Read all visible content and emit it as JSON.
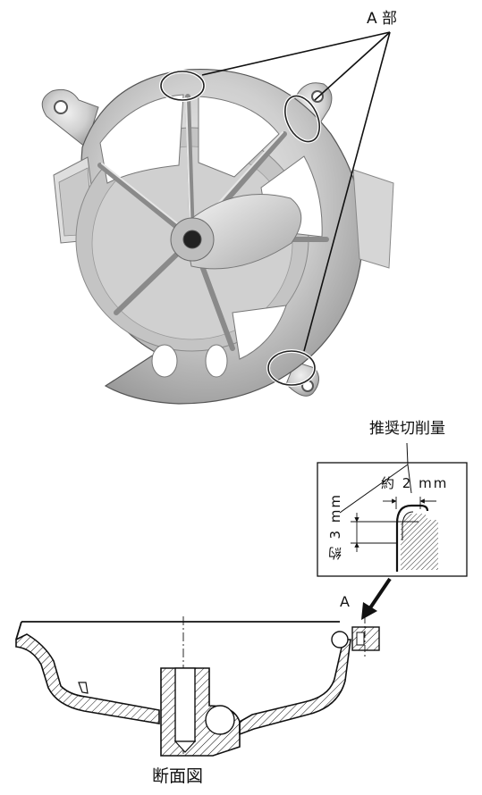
{
  "labels": {
    "part_a_label": "A 部",
    "recommended_cut": "推奨切削量",
    "approx_2mm": "約 2 mm",
    "approx_3mm": "約 3 mm",
    "section_marker": "A",
    "cross_section": "断面図"
  },
  "colors": {
    "metal_light": "#d9d9d9",
    "metal_mid": "#b3b3b3",
    "metal_dark": "#6f6f6f",
    "line": "#111111",
    "highlight_ring": "#ffffff"
  }
}
